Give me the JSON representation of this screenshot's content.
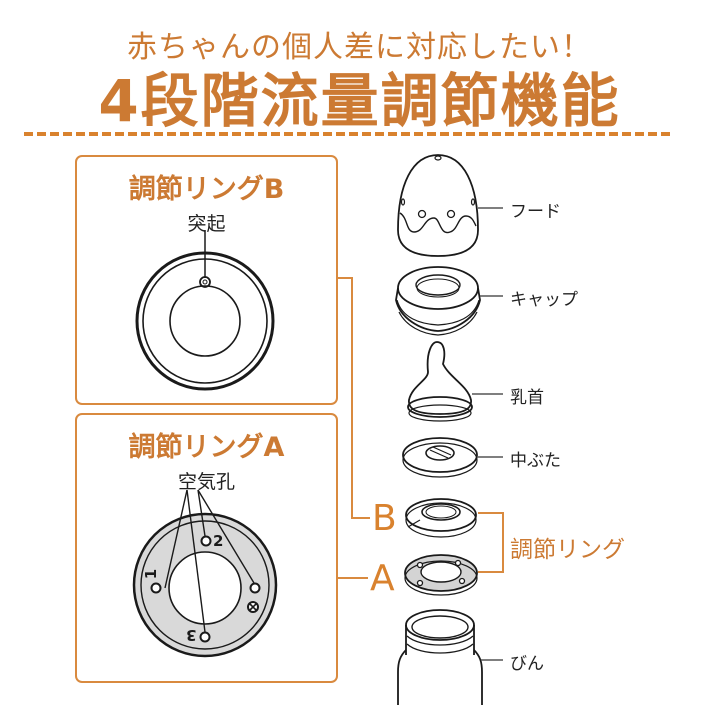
{
  "header": {
    "subtitle": "赤ちゃんの個人差に対応したい！",
    "title": "4段階流量調節機能"
  },
  "colors": {
    "accent": "#cc7a33",
    "line_orange": "#d98a3f",
    "ink": "#1a1a1a",
    "ring_a_fill": "#d9d9d9"
  },
  "ring_b_panel": {
    "title": "調節リングB",
    "callout": "突起"
  },
  "ring_a_panel": {
    "title": "調節リングA",
    "callout": "空気孔",
    "hole_numbers": [
      "1",
      "2",
      "3"
    ],
    "closed_mark": "⊗"
  },
  "exploded_view": {
    "parts": [
      {
        "id": "hood",
        "label": "フード"
      },
      {
        "id": "cap",
        "label": "キャップ"
      },
      {
        "id": "nipple",
        "label": "乳首"
      },
      {
        "id": "inner-lid",
        "label": "中ぶた"
      },
      {
        "id": "bottle",
        "label": "びん"
      }
    ],
    "letter_b": "B",
    "letter_a": "A",
    "ring_group_label": "調節リング"
  }
}
